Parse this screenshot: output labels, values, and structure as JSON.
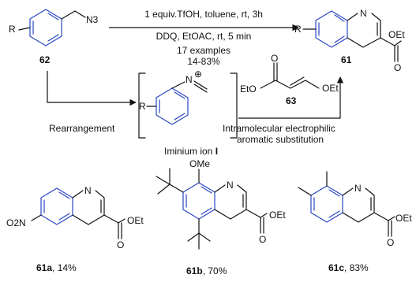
{
  "reaction": {
    "sm_R": "R",
    "sm_N3": "N3",
    "sm_label": "62",
    "conditions_line1": "1 equiv.TfOH, toluene, rt, 3h",
    "conditions_line2": "DDQ, EtOAC, rt, 5 min",
    "examples": "17 examples",
    "yield_range": "14-83%",
    "product_R": "R",
    "product_N": "N",
    "product_OEt": "OEt",
    "product_O": "O",
    "product_label": "61"
  },
  "mechanism": {
    "rearrangement_label": "Rearrangement",
    "iminium_R": "R",
    "iminium_N": "N",
    "iminium_plus": "⊕",
    "iminium_caption": "Iminium ion",
    "iminium_caption_bold": "I",
    "reagent_EtO": "EtO",
    "reagent_OEt": "OEt",
    "reagent_O": "O",
    "reagent_label": "63",
    "eas_line1": "Intramolecular electrophilic",
    "eas_line2": "aromatic substitution"
  },
  "examples": [
    {
      "label": "61a",
      "yield": ", 14%",
      "substituent": "O2N",
      "N": "N",
      "OEt": "OEt",
      "O": "O"
    },
    {
      "label": "61b",
      "yield": ", 70%",
      "substituent": "OMe",
      "N": "N",
      "OEt": "OEt",
      "O": "O"
    },
    {
      "label": "61c",
      "yield": ", 83%",
      "N": "N",
      "OEt": "OEt",
      "O": "O"
    }
  ],
  "colors": {
    "ring": "#2a46c4",
    "ink": "#111111"
  }
}
